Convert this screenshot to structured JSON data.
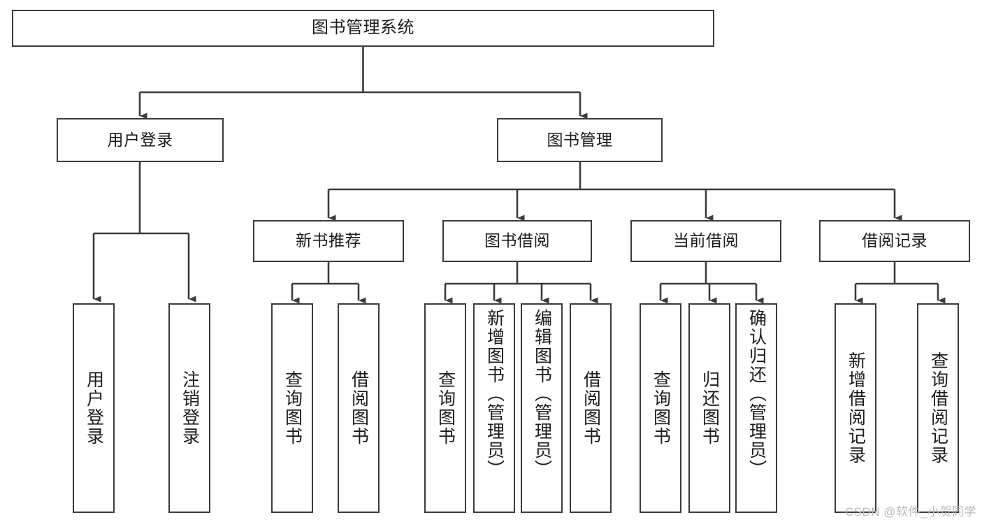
{
  "diagram": {
    "title": "图书管理系统",
    "type": "tree",
    "watermark": "CSDN @软件_小贺同学",
    "colors": {
      "stroke": "#3b3b3b",
      "fill": "#ffffff",
      "text": "#1b1b1b",
      "watermark": "#b9b9b9"
    },
    "levels": {
      "root": {
        "label": "图书管理系统"
      },
      "level2": [
        {
          "label": "用户登录"
        },
        {
          "label": "图书管理"
        }
      ],
      "level3": [
        {
          "label": "新书推荐"
        },
        {
          "label": "图书借阅"
        },
        {
          "label": "当前借阅"
        },
        {
          "label": "借阅记录"
        }
      ],
      "leaves": [
        {
          "label": "用户登录",
          "parent": "用户登录"
        },
        {
          "label": "注销登录",
          "parent": "用户登录"
        },
        {
          "label": "查询图书",
          "parent": "新书推荐"
        },
        {
          "label": "借阅图书",
          "parent": "新书推荐"
        },
        {
          "label": "查询图书",
          "parent": "图书借阅"
        },
        {
          "label": "新增图书（管理员）",
          "parent": "图书借阅"
        },
        {
          "label": "编辑图书（管理员）",
          "parent": "图书借阅"
        },
        {
          "label": "借阅图书",
          "parent": "图书借阅"
        },
        {
          "label": "查询图书",
          "parent": "当前借阅"
        },
        {
          "label": "归还图书",
          "parent": "当前借阅"
        },
        {
          "label": "确认归还（管理员）",
          "parent": "当前借阅"
        },
        {
          "label": "新增借阅记录",
          "parent": "借阅记录"
        },
        {
          "label": "查询借阅记录",
          "parent": "借阅记录"
        }
      ]
    }
  }
}
